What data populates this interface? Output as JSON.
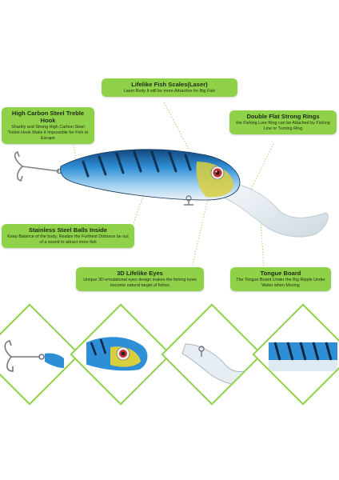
{
  "callouts": {
    "scales": {
      "title": "Lifelike Fish Scales(Laser)",
      "desc": "Laser Body It will be more Attractive for Big Fish"
    },
    "hook": {
      "title": "High Carbon Steel Treble Hook",
      "desc": "Sharkly and Strong High Carbon Steel Treble Hook Make it Impossible for Fish to Escape"
    },
    "rings": {
      "title": "Double Flat Strong Rings",
      "desc": "the Fishing Lure Ring can be Attached by Fishing Line or Turning Ring"
    },
    "balls": {
      "title": "Stainless Steel Balls Inside",
      "desc": "Keep Balance of the body, Realize the Furthest Distance be out of a sound to attract more fish"
    },
    "eyes": {
      "title": "3D Lifelike  Eyes",
      "desc": "Unique 3D emulational eyes design makes the fishing lures become natural target of fishes"
    },
    "tongue": {
      "title": "Tongue Board",
      "desc": "The Tongue Board Under the Big Ripple Under Water when Moving"
    }
  },
  "colors": {
    "callout_bg": "#8fd24a",
    "lure_blue": "#2f8fd6",
    "lure_white": "#e9eef4",
    "bill_clear": "#e6eef3",
    "eye_yellow": "#e6d23a",
    "eye_red": "#c43030"
  },
  "thumbnails": [
    {
      "subject": "hook-detail"
    },
    {
      "subject": "eye-detail"
    },
    {
      "subject": "tongue-board-detail"
    },
    {
      "subject": "scales-detail"
    }
  ]
}
